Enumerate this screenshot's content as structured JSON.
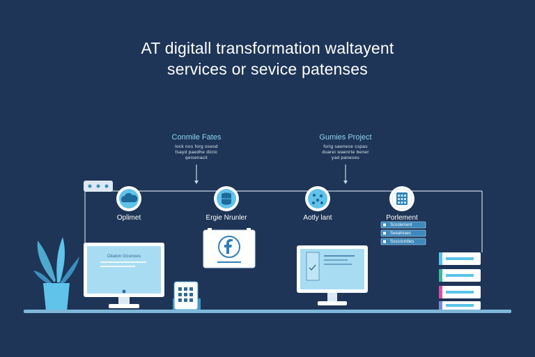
{
  "title": {
    "line1": "AT digitall transformation waltayent",
    "line2": "services or sevice patenses"
  },
  "callouts": [
    {
      "title": "Conmile Fates",
      "lines": [
        "lock nos forg osesd",
        "fsayd paedhe diiclc",
        "qeisenacit"
      ]
    },
    {
      "title": "Gumies Project",
      "lines": [
        "forig saenece cspas",
        "duarei waenrte bener",
        "yad paneses"
      ]
    }
  ],
  "nodes": [
    {
      "label": "Oplimet",
      "icon": "cloud-icon"
    },
    {
      "label": "Ergie Nrunler",
      "icon": "database-icon"
    },
    {
      "label": "Aotly lant",
      "icon": "network-icon"
    },
    {
      "label": "Porlement",
      "icon": "calendar-grid-icon"
    }
  ],
  "monitors": [
    {
      "screen_text": "Oiiaton Gcunoes"
    },
    {
      "screen_text": ""
    }
  ],
  "devices": {
    "facebook_box_icon": "facebook-icon",
    "phone_icon": "keypad-icon",
    "plant_icon": "plant-icon",
    "window_dots_icon": "window-dots-icon",
    "checkmark_icon": "check-icon"
  },
  "panel_items": [
    "Scoslement",
    "Seealmaes",
    "Soscosmbes"
  ],
  "colors": {
    "background": "#1e3557",
    "accent": "#5fc3ea",
    "screen": "#a8dcf3",
    "line": "#c9d8e6",
    "bookmarks": [
      "#58c3e9",
      "#3bb89c",
      "#d64fa3",
      "#7b8ad6"
    ]
  }
}
